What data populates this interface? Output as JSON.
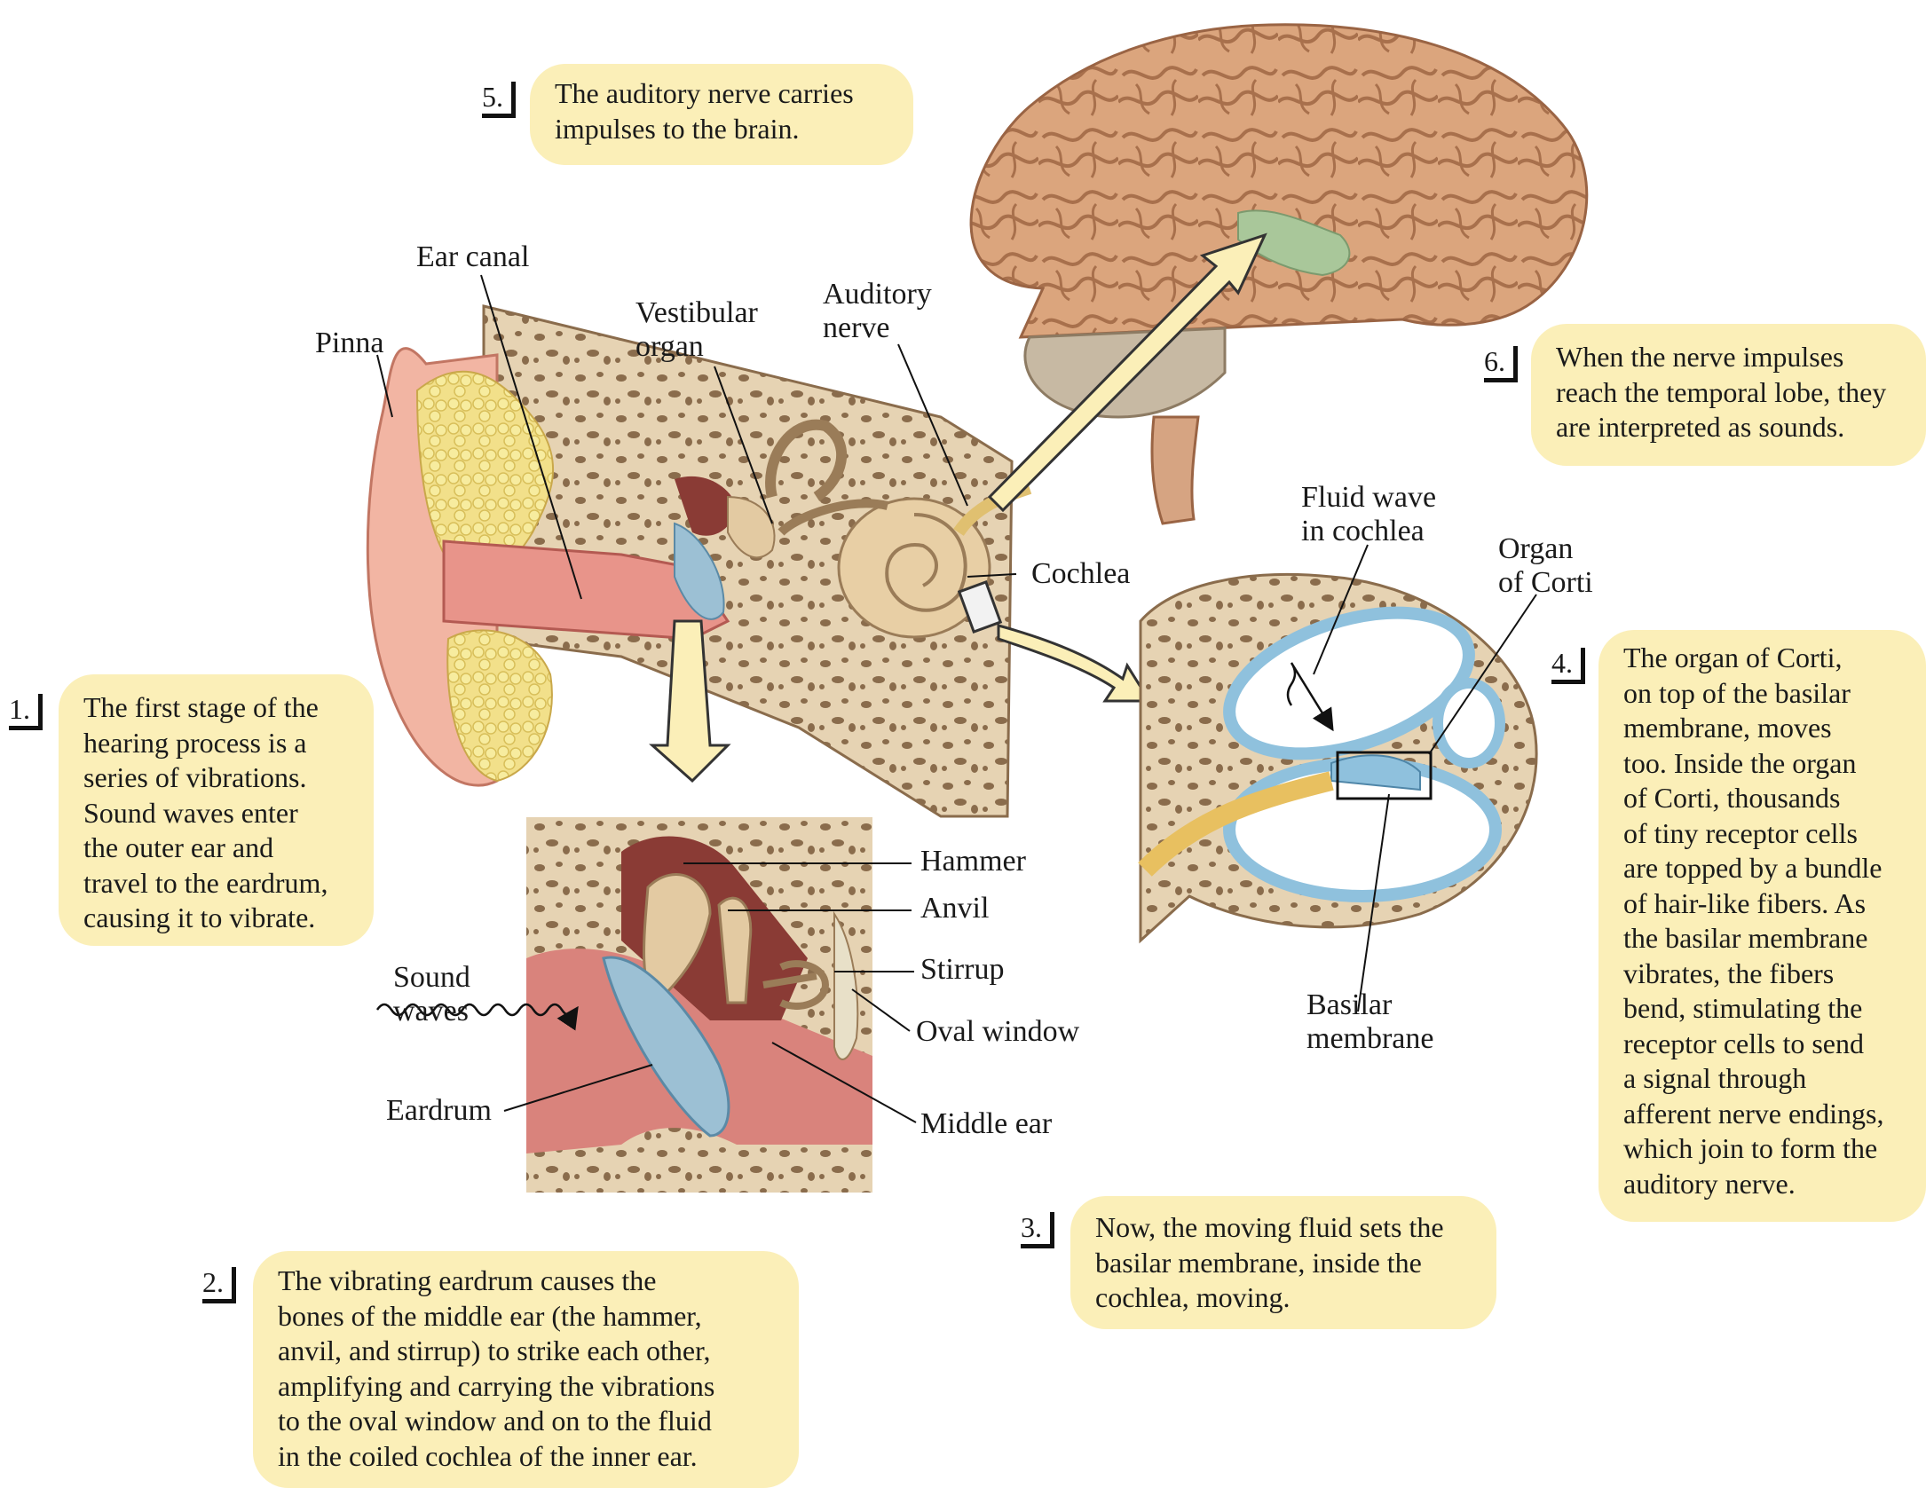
{
  "colors": {
    "callout_bg": "#fbefb8",
    "skin": "#f2b5a3",
    "bone": "#e8d6b8",
    "brain": "#dba57d",
    "auditory_cortex": "#a9c79a",
    "canal": "#e8948a",
    "cochlea_blue": "#8fc1dd"
  },
  "callouts": [
    {
      "number": "1.",
      "lines": [
        "The first stage of the",
        "hearing process is a",
        "series of vibrations.",
        "Sound waves enter",
        "the outer ear and",
        "travel to the eardrum,",
        "causing it to vibrate."
      ]
    },
    {
      "number": "2.",
      "lines": [
        "The vibrating eardrum causes the",
        "bones of the middle ear (the hammer,",
        "anvil, and stirrup) to strike each other,",
        "amplifying and carrying the vibrations",
        "to the oval window and on to the fluid",
        "in the coiled cochlea of the inner ear."
      ]
    },
    {
      "number": "3.",
      "lines": [
        "Now, the moving fluid sets the",
        "basilar membrane, inside the",
        "cochlea, moving."
      ]
    },
    {
      "number": "4.",
      "lines": [
        "The organ of Corti,",
        "on top of the basilar",
        "membrane, moves",
        "too. Inside the organ",
        "of Corti, thousands",
        "of tiny receptor cells",
        "are topped by a bundle",
        "of hair-like fibers. As",
        "the basilar membrane",
        "vibrates, the fibers",
        "bend, stimulating the",
        "receptor cells to send",
        "a signal through",
        "afferent nerve endings,",
        "which join to form the",
        "auditory nerve."
      ]
    },
    {
      "number": "5.",
      "lines": [
        "The auditory nerve carries",
        "impulses to the brain."
      ]
    },
    {
      "number": "6.",
      "lines": [
        "When the nerve impulses",
        "reach the temporal lobe, they",
        "are interpreted as sounds."
      ]
    }
  ],
  "labels": {
    "ear_canal": "Ear canal",
    "pinna": "Pinna",
    "vestibular_1": "Vestibular",
    "vestibular_2": "organ",
    "auditory_1": "Auditory",
    "auditory_2": "nerve",
    "cochlea": "Cochlea",
    "fluid_1": "Fluid wave",
    "fluid_2": "in cochlea",
    "corti_1": "Organ",
    "corti_2": "of Corti",
    "basilar_1": "Basilar",
    "basilar_2": "membrane",
    "hammer": "Hammer",
    "anvil": "Anvil",
    "stirrup": "Stirrup",
    "oval_window": "Oval window",
    "middle_ear": "Middle ear",
    "sound_1": "Sound",
    "sound_2": "waves",
    "eardrum": "Eardrum"
  }
}
